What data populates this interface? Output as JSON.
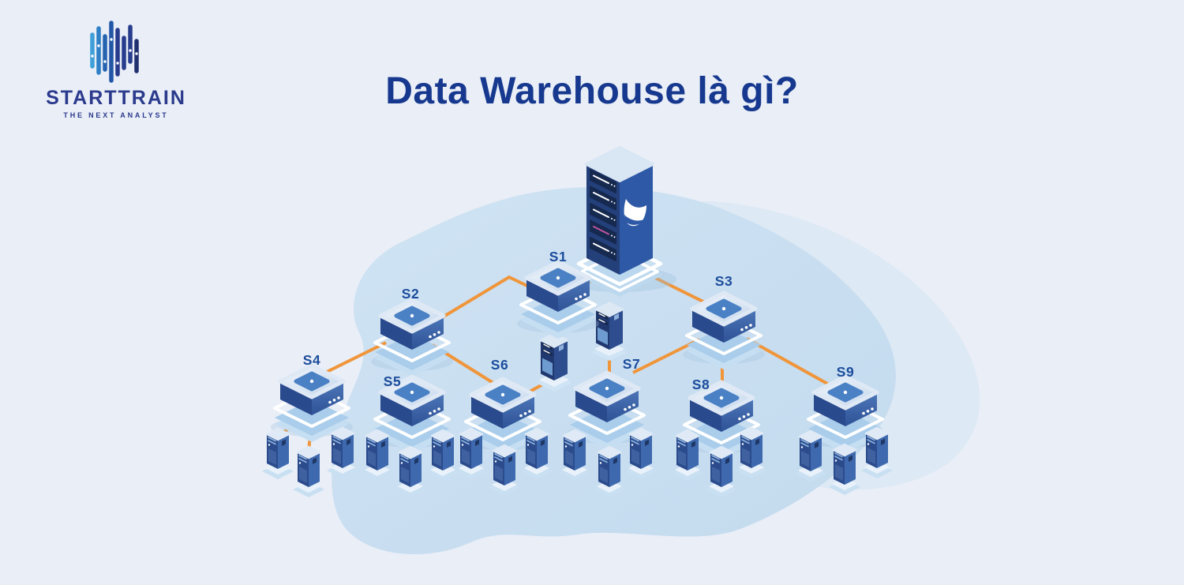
{
  "header": {
    "brand": "STARTTRAIN",
    "tagline": "THE NEXT ANALYST",
    "title": "Data Warehouse là gì?"
  },
  "diagram": {
    "central_server": {
      "id": "DW",
      "name": "data-warehouse-central-server"
    },
    "nodes": [
      {
        "id": "S1",
        "label": "S1"
      },
      {
        "id": "S2",
        "label": "S2"
      },
      {
        "id": "S3",
        "label": "S3"
      },
      {
        "id": "S4",
        "label": "S4"
      },
      {
        "id": "S5",
        "label": "S5"
      },
      {
        "id": "S6",
        "label": "S6"
      },
      {
        "id": "S7",
        "label": "S7"
      },
      {
        "id": "S8",
        "label": "S8"
      },
      {
        "id": "S9",
        "label": "S9"
      }
    ],
    "edges": [
      {
        "from": "DW",
        "to": "S1"
      },
      {
        "from": "S1",
        "to": "S2"
      },
      {
        "from": "DW",
        "to": "S3"
      },
      {
        "from": "S2",
        "to": "S4"
      },
      {
        "from": "S2",
        "to": "S5"
      },
      {
        "from": "S2",
        "to": "S6"
      },
      {
        "from": "aux-tower-1",
        "to": "S6"
      },
      {
        "from": "aux-tower-2",
        "to": "S7"
      },
      {
        "from": "S3",
        "to": "S7"
      },
      {
        "from": "S3",
        "to": "S8"
      },
      {
        "from": "S3",
        "to": "S9"
      }
    ],
    "leaf_server_counts": {
      "S4": 3,
      "S5": 3,
      "S6": 3,
      "S7": 3,
      "S8": 3,
      "S9": 3
    },
    "aux_tower_count": 2,
    "colors": {
      "connector": "#f0953a",
      "node_label": "#1c4c9c",
      "brand_navy": "#2b3a8c",
      "title_navy": "#16388e",
      "blob": "#c9def0",
      "server_dark_face": "#2a4a8e",
      "server_light_face": "#3e69ae"
    }
  }
}
